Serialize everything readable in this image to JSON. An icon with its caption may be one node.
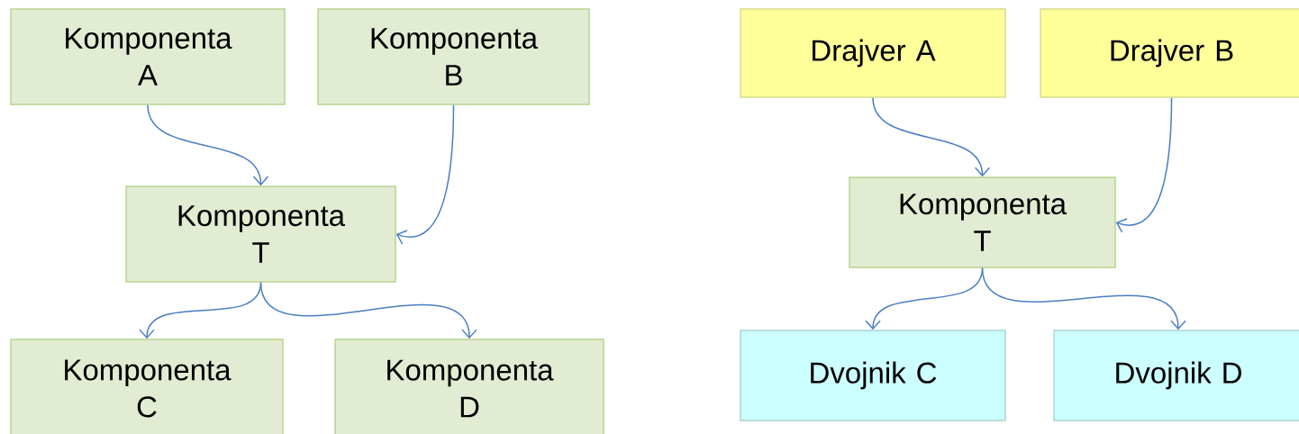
{
  "diagram": {
    "nodes": [
      {
        "text": [
          "Komponenta A"
        ]
      },
      {
        "text": [
          "Komponenta B"
        ]
      },
      {
        "text": [
          "Komponenta T"
        ]
      },
      {
        "text": [
          "Komponenta C"
        ]
      },
      {
        "text": [
          "Komponenta D"
        ]
      },
      {
        "text": [
          "Drajver A"
        ]
      },
      {
        "text": [
          "Drajver B"
        ]
      },
      {
        "text": [
          "Komponenta T"
        ]
      },
      {
        "text": [
          "Dvojnik C"
        ]
      },
      {
        "text": [
          "Dvojnik D"
        ]
      }
    ],
    "edges": [
      {
        "from": 0,
        "to": 2,
        "arrow": "to"
      },
      {
        "from": 1,
        "to": 2,
        "arrow": "to"
      },
      {
        "from": 2,
        "to": 3,
        "arrow": "to"
      },
      {
        "from": 2,
        "to": 4,
        "arrow": "to"
      },
      {
        "from": 5,
        "to": 7,
        "arrow": "to"
      },
      {
        "from": 6,
        "to": 7,
        "arrow": "to"
      },
      {
        "from": 7,
        "to": 8,
        "arrow": "to"
      },
      {
        "from": 7,
        "to": 9,
        "arrow": "to"
      }
    ]
  }
}
